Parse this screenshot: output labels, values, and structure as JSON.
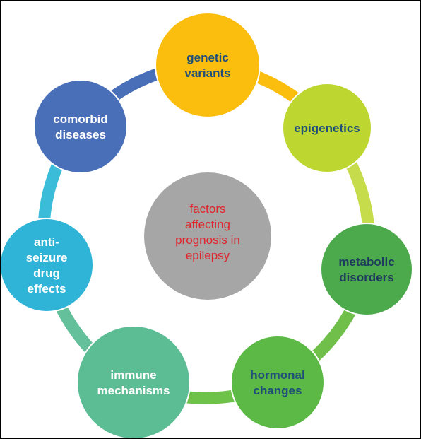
{
  "center": {
    "lines": [
      "factors",
      "affecting",
      "prognosis in",
      "epilepsy"
    ],
    "fill": "#a6a6a6",
    "text_color": "#e0252b"
  },
  "nodes": [
    {
      "id": "genetic-variants",
      "lines": [
        "genetic",
        "variants"
      ],
      "fill": "#fbbe0e",
      "text_color": "#1f4e79"
    },
    {
      "id": "epigenetics",
      "lines": [
        "epigenetics"
      ],
      "fill": "#bed630",
      "text_color": "#1f4e79"
    },
    {
      "id": "metabolic-disorders",
      "lines": [
        "metabolic",
        "disorders"
      ],
      "fill": "#4caa4c",
      "text_color": "#1f3a5f"
    },
    {
      "id": "hormonal-changes",
      "lines": [
        "hormonal",
        "changes"
      ],
      "fill": "#5cb946",
      "text_color": "#1f4e79"
    },
    {
      "id": "immune-mechanisms",
      "lines": [
        "immune",
        "mechanisms"
      ],
      "fill": "#5cbd95",
      "text_color": "#ffffff"
    },
    {
      "id": "anti-seizure-drug-effects",
      "lines": [
        "anti-",
        "seizure",
        "drug",
        "effects"
      ],
      "fill": "#2fb3d6",
      "text_color": "#ffffff"
    },
    {
      "id": "comorbid-diseases",
      "lines": [
        "comorbid",
        "diseases"
      ],
      "fill": "#4a6fb9",
      "text_color": "#ffffff"
    }
  ],
  "connectors": [
    {
      "from": "genetic-variants",
      "to": "epigenetics",
      "color": "#fbbe0e"
    },
    {
      "from": "epigenetics",
      "to": "metabolic-disorders",
      "color": "#c7dc4a"
    },
    {
      "from": "metabolic-disorders",
      "to": "hormonal-changes",
      "color": "#6fbf4a"
    },
    {
      "from": "hormonal-changes",
      "to": "immune-mechanisms",
      "color": "#6ec24a"
    },
    {
      "from": "immune-mechanisms",
      "to": "anti-seizure-drug-effects",
      "color": "#64c09a"
    },
    {
      "from": "anti-seizure-drug-effects",
      "to": "comorbid-diseases",
      "color": "#3bbcd9"
    },
    {
      "from": "comorbid-diseases",
      "to": "genetic-variants",
      "color": "#4a6fb9"
    }
  ]
}
